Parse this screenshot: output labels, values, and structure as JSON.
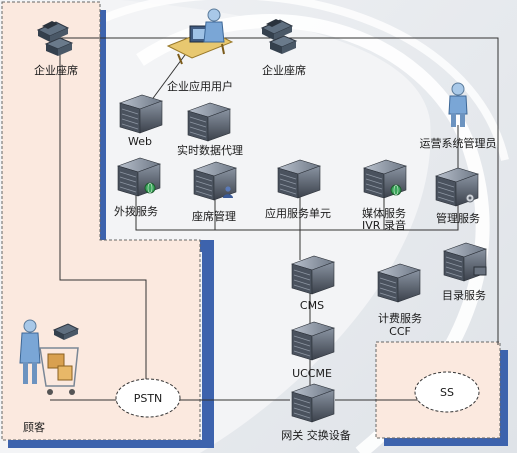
{
  "nodes": {
    "seat_left": "企业座席",
    "enterprise_user": "企业应用用户",
    "seat_right": "企业座席",
    "web": "Web",
    "realtime_proxy": "实时数据代理",
    "ops_admin": "运营系统管理员",
    "outbound": "外拨服务",
    "seat_mgmt": "座席管理",
    "app_service_unit": "应用服务单元",
    "media_service_l1": "媒体服务",
    "media_service_l2": "IVR 录音",
    "mgmt_service": "管理服务",
    "directory_service": "目录服务",
    "cms": "CMS",
    "billing_l1": "计费服务",
    "billing_l2": "CCF",
    "ucme": "UCCME",
    "customer": "顾客",
    "pstn": "PSTN",
    "ss": "SS",
    "gateway": "网关 交换设备"
  },
  "colors": {
    "left_panel_fill": "#fbe9df",
    "left_panel_stroke": "#555555",
    "shadow": "#3d63ad",
    "server_dark": "#3a3f48",
    "server_light": "#7d8794",
    "line": "#333333"
  }
}
